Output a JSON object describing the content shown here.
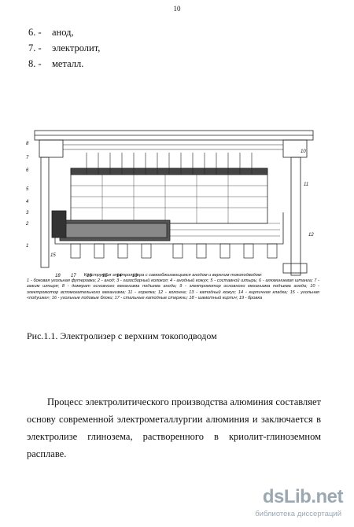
{
  "page_number": "10",
  "list_items": [
    {
      "num": "6. -",
      "text": "анод,"
    },
    {
      "num": "7. -",
      "text": "электролит,"
    },
    {
      "num": "8. -",
      "text": "металл."
    }
  ],
  "figure": {
    "callouts_left": [
      "8",
      "7",
      "6",
      "5",
      "4",
      "3",
      "2",
      "1"
    ],
    "callouts_right": [
      "10",
      "11",
      "12"
    ],
    "callouts_bottom": [
      "15",
      "18",
      "17",
      "16",
      "15",
      "14",
      "13"
    ],
    "caption_title": "Конструкция электролизера с самообжигающимся анодом и верхним токоподводом:",
    "caption_text": "1 - боковая угольная футеровка; 2 - анод; 3 - газосборный колокол; 4 - анодный кожух; 5 - составной штырь; 6 - алюминиевая штанга; 7 - зажим штыря; 8 - домкрат основного механизма подъема анода; 9 - электромотор основного механизма подъема анода; 10 - электромотор вспомогательного механизма; 11 - горелка; 12 - колонна; 13 - катодный кожух; 14 - кирпичная кладка; 15 - угольная «подушка»; 16 - угольные подовые блоки; 17 - стальные катодные стержни; 18 - шамотный кирпич; 19 - бровка"
  },
  "figure_label": "Рис.1.1. Электролизер с верхним токоподводом",
  "paragraph": "Процесс электролитического производства алюминия составляет основу современной электрометаллургии алюминия и заключается в электролизе глинозема, растворенного в криолит-глиноземном расплаве.",
  "watermark": {
    "logo": "dsLib.net",
    "subtitle": "библиотека диссертаций"
  }
}
